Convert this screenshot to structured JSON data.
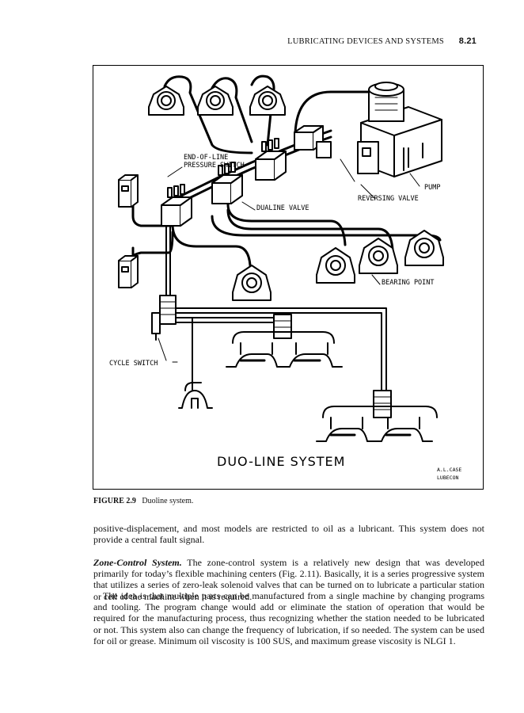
{
  "running_head": {
    "title": "LUBRICATING DEVICES AND SYSTEMS",
    "page_number": "8.21"
  },
  "figure": {
    "labels": {
      "end_of_line_1": "END-OF-LINE",
      "end_of_line_2": "PRESSURE SWITCH",
      "pump": "PUMP",
      "reversing_valve": "REVERSING VALVE",
      "dualine_valve": "DUALINE VALVE",
      "bearing_point": "BEARING POINT",
      "cycle_switch": "CYCLE SWITCH",
      "title": "DUO-LINE SYSTEM",
      "signature_1": "A.L.CASE",
      "signature_2": "LUBECON"
    },
    "caption_label": "FIGURE 2.9",
    "caption_text": "Duoline system."
  },
  "text": {
    "p1": "positive-displacement, and most models are restricted to oil as a lubricant. This system does not provide a central fault signal.",
    "p2_lead": "Zone-Control System.",
    "p2": "The zone-control system is a relatively new design that was developed primarily for today’s flexible machining centers (Fig. 2.11). Basically, it is a series progressive system that utilizes a series of zero-leak solenoid valves that can be turned on to lubricate a particular station or cell of the machine when it is required.",
    "p3": "The idea is that multiple parts can be manufactured from a single machine by changing programs and tooling. The program change would add or eliminate the station of operation that would be required for the manufacturing process, thus recognizing whether the station needed to be lubricated or not. This system also can change the frequency of lubrication, if so needed. The system can be used for oil or grease. Minimum oil viscosity is 100 SUS, and maximum grease viscosity is NLGI 1."
  }
}
